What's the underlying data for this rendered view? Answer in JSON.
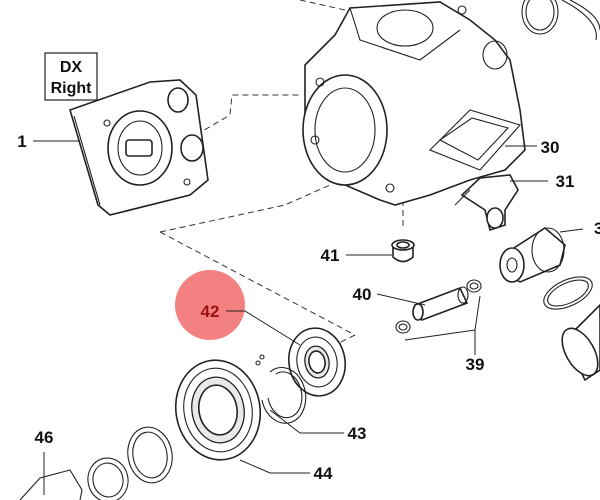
{
  "diagram": {
    "side_box": {
      "line1": "DX",
      "line2": "Right"
    },
    "labels": {
      "p1": "1",
      "p30": "30",
      "p31": "31",
      "p3x": "3",
      "p41": "41",
      "p40": "40",
      "p42": "42",
      "p39": "39",
      "p43": "43",
      "p44": "44",
      "p46": "46"
    },
    "highlight_color": "#f26b6b",
    "highlighted_part": "42"
  }
}
